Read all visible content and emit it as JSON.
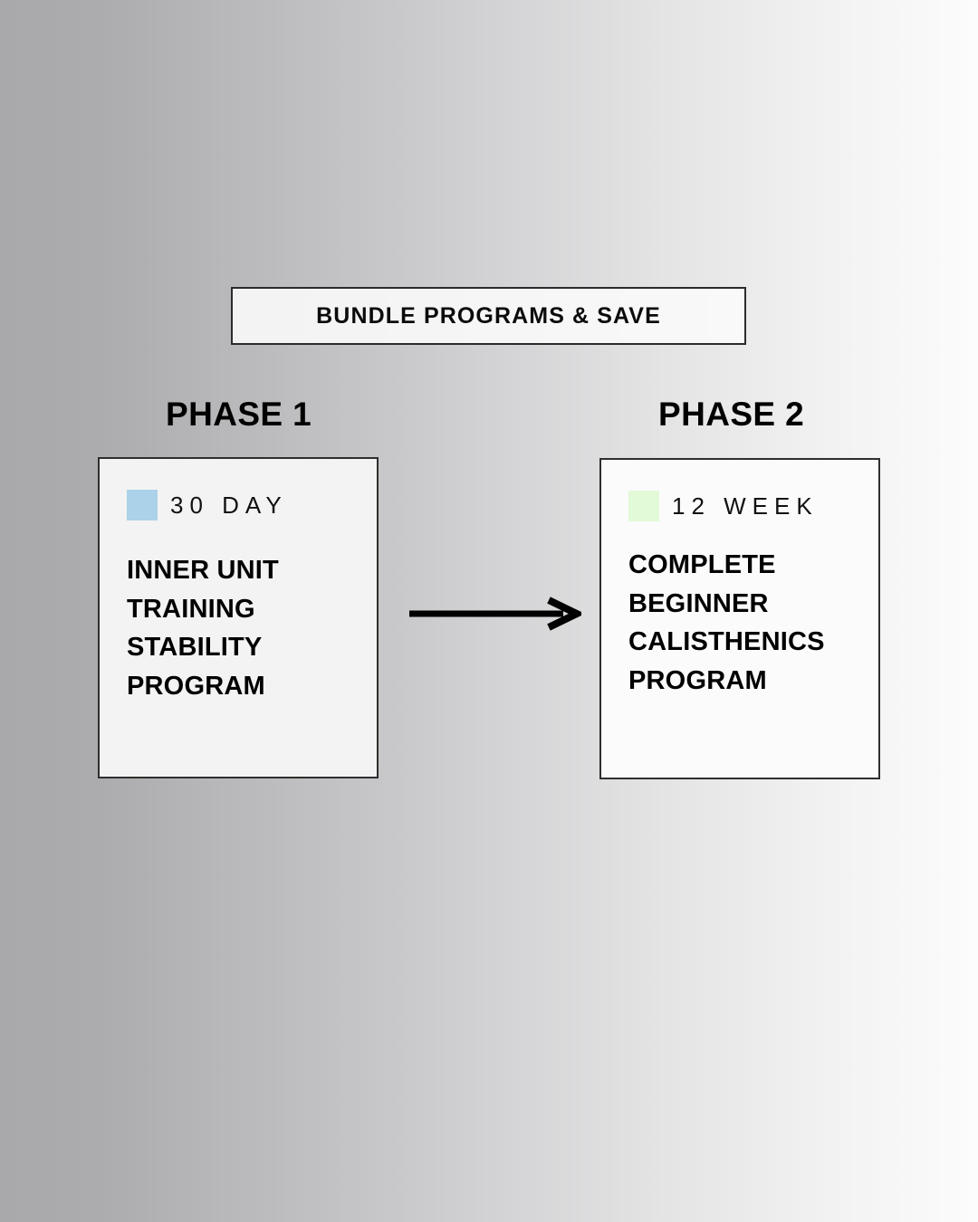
{
  "banner": {
    "label": "BUNDLE PROGRAMS & SAVE"
  },
  "phases": [
    {
      "label": "PHASE 1",
      "card": {
        "duration": "30 DAY",
        "swatch_color": "#abd2e8",
        "swatch_name": "blue-swatch",
        "title": "INNER UNIT TRAINING STABILITY PROGRAM"
      }
    },
    {
      "label": "PHASE 2",
      "card": {
        "duration": "12 WEEK",
        "swatch_color": "#e2fad8",
        "swatch_name": "green-swatch",
        "title": "COMPLETE BEGINNER CALISTHENICS PROGRAM"
      }
    }
  ],
  "connector": {
    "icon": "arrow-right-icon",
    "color": "#000000"
  },
  "theme": {
    "background_from": "#a9a9ab",
    "background_to": "#fcfcfd",
    "border_color": "#2e2e2e",
    "text_color": "#000000"
  }
}
